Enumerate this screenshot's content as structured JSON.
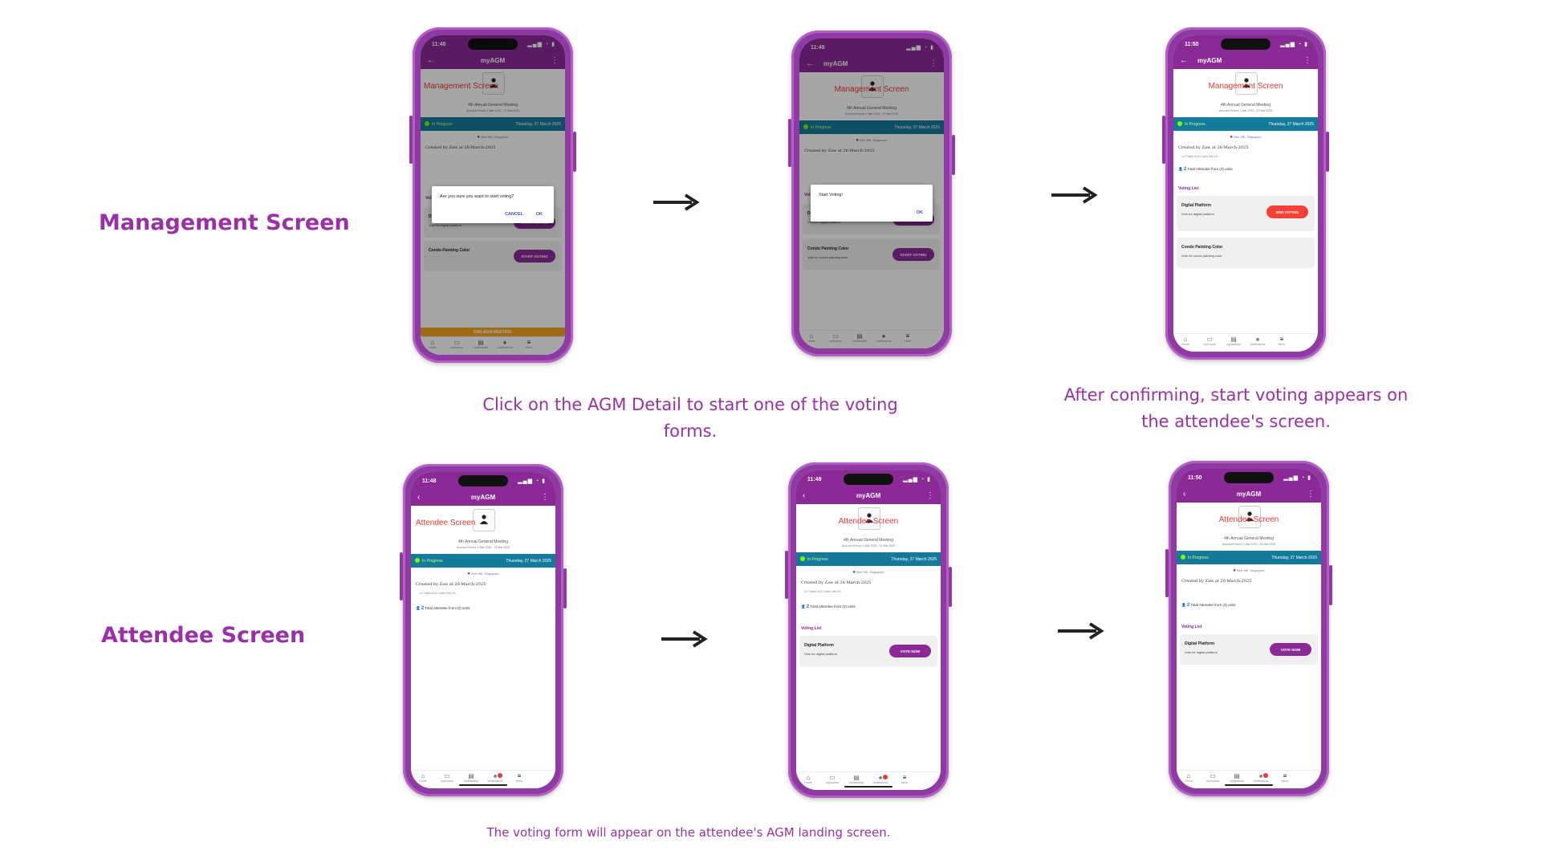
{
  "sections": {
    "management": "Management Screen",
    "attendee": "Attendee Screen"
  },
  "captions": {
    "management_click": "Click on the AGM Detail to start one of the voting forms.",
    "management_confirm": "After confirming, start voting appears on the attendee's screen.",
    "attendee_form": "The voting form will appear on the attendee's AGM landing screen."
  },
  "app": {
    "title": "myAGM",
    "meeting": "4th Annual General Meeting",
    "period": "Account Period: 1 Mar 2025 - 22 Mar 2025",
    "status": "In Progress",
    "date": "Thursday, 27 March 2025",
    "location": "Bert Hill, Singapore",
    "created": "Created by Zaw at 26-March-2025",
    "doc": "1c77da6c-8131-4ab9-9af1-f0...",
    "attendee_count": "2",
    "attendee_text_mgmt": "Total Attendee from (2) units",
    "attendee_text_attendee": "Total attendee from (2) units",
    "voting_list": "Voting List",
    "end_agm": "END AGM MEETING"
  },
  "votes": [
    {
      "title": "Digital Platform",
      "sub": "Vote for digital platform"
    },
    {
      "title": "Condo Painting Color",
      "sub": "Vote for condo painting color"
    }
  ],
  "buttons": {
    "start_voting": "START VOTING",
    "end_voting": "END VOTING",
    "vote_now": "VOTE NOW"
  },
  "dialogs": {
    "confirm_msg": "Are you sure you want to start voting?",
    "cancel": "CANCEL",
    "ok": "OK",
    "started_msg": "Start Voting!"
  },
  "screen_titles": {
    "management": "Management Screen",
    "attendee": "Attendee Screen"
  },
  "times": {
    "m1": "11:48",
    "m2": "11:49",
    "m3": "11:50",
    "a1": "11:48",
    "a2": "11:49",
    "a3": "11:50"
  },
  "nav": [
    "Home",
    "myAccess",
    "myMarketpl",
    "Notifications",
    "Menu"
  ],
  "icons": {
    "back": "arrow-left-icon",
    "more": "more-vert-icon",
    "home": "home-icon",
    "access": "access-card-icon",
    "market": "store-icon",
    "notification": "bell-icon",
    "menu": "menu-icon",
    "pin": "location-pin-icon",
    "person": "person-icon",
    "flow": "arrow-right-icon"
  },
  "colors": {
    "brand": "#8b2a97",
    "title_red": "#e53935",
    "status_blue": "#147a9c",
    "end_orange": "#f5a623"
  }
}
